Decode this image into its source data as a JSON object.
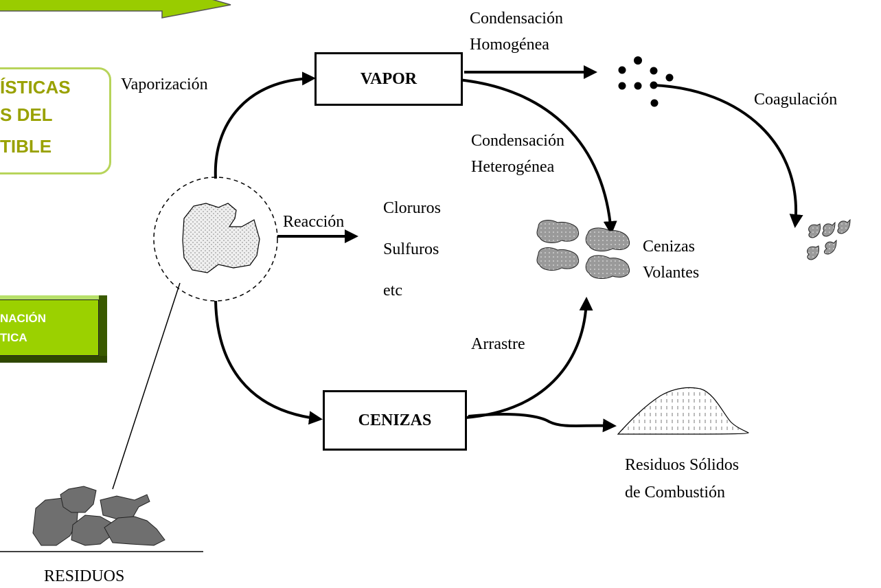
{
  "diagram": {
    "top_arrow_color": "#99cc00",
    "left_panel": {
      "lines": [
        "ÍSTICAS",
        "S DEL",
        "TIBLE"
      ],
      "border_color": "#b7d45a",
      "text_color": "#99a100"
    },
    "bevel_button": {
      "lines": [
        "NACIÓN",
        "TICA"
      ],
      "color": "#9bd100"
    },
    "nodes": {
      "vapor": "VAPOR",
      "cenizas": "CENIZAS"
    },
    "labels": {
      "vaporizacion": "Vaporización",
      "condensacion_homogenea_1": "Condensación",
      "condensacion_homogenea_2": "Homogénea",
      "coagulacion": "Coagulación",
      "condensacion_heterogenea_1": "Condensación",
      "condensacion_heterogenea_2": "Heterogénea",
      "reaccion": "Reacción",
      "cloruros": "Cloruros",
      "sulfuros": "Sulfuros",
      "etc": "etc",
      "cenizas_volantes_1": "Cenizas",
      "cenizas_volantes_2": "Volantes",
      "arrastre": "Arrastre",
      "residuos_solidos_1": "Residuos Sólidos",
      "residuos_solidos_2": "de Combustión",
      "residuos": "RESIDUOS"
    }
  }
}
